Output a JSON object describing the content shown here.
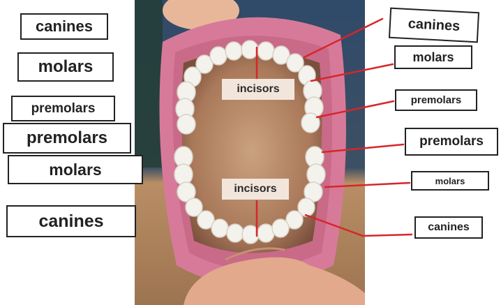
{
  "left_labels": [
    {
      "key": "canines_top_left",
      "text": "canines"
    },
    {
      "key": "molars_top_left",
      "text": "molars"
    },
    {
      "key": "premolars_left_1",
      "text": "premolars"
    },
    {
      "key": "premolars_left_2",
      "text": "premolars"
    },
    {
      "key": "molars_left_2",
      "text": "molars"
    },
    {
      "key": "canines_bottom_left",
      "text": "canines"
    }
  ],
  "photo_labels": {
    "incisors_top": "incisors",
    "incisors_bottom": "incisors"
  },
  "right_labels": [
    {
      "key": "canines_top_right",
      "text": "canines"
    },
    {
      "key": "molars_top_right",
      "text": "molars"
    },
    {
      "key": "premolars_right_1",
      "text": "premolars"
    },
    {
      "key": "premolars_right_2",
      "text": "premolars"
    },
    {
      "key": "molars_right_2",
      "text": "molars"
    },
    {
      "key": "canines_bottom_right",
      "text": "canines"
    }
  ],
  "colors": {
    "pointer_line": "#d6262b",
    "gum_pink": "#d77a9a",
    "tooth": "#f4f2ec"
  }
}
